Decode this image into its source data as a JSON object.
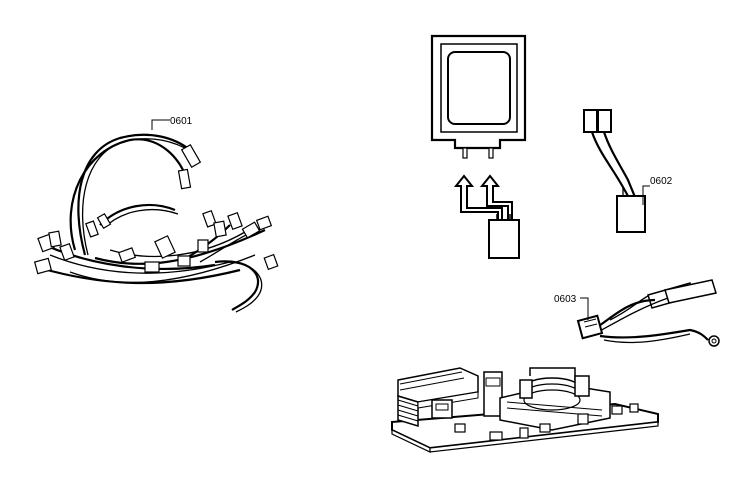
{
  "parts": {
    "wiring_harness": {
      "ref": "0601"
    },
    "cable_adapter": {
      "ref": "0602"
    },
    "cable_ring_terminal": {
      "ref": "0603"
    }
  }
}
